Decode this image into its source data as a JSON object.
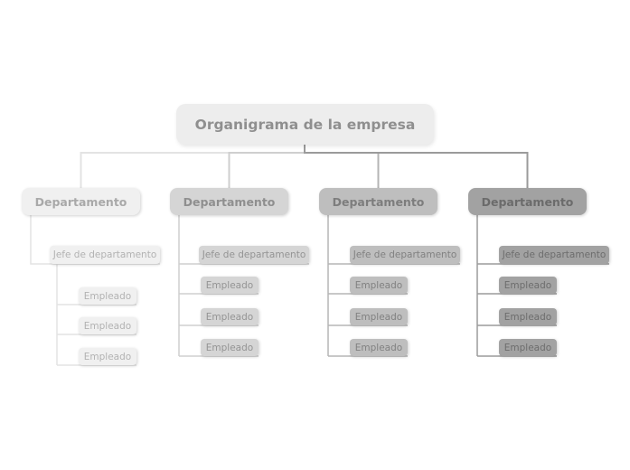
{
  "canvas_bg": "#ffffff",
  "root": {
    "label": "Organigrama de la empresa",
    "bg": "#ededed",
    "text_color": "#8f8f8f"
  },
  "columns": [
    {
      "department": "Departamento",
      "manager": "Jefe de departamento",
      "employees": [
        "Empleado",
        "Empleado",
        "Empleado"
      ],
      "node_bg": "#f0f0f0",
      "dept_text_color": "#a9a9a9",
      "node_text_color": "#b2b2b2",
      "line_color": "#e3e3e3"
    },
    {
      "department": "Departamento",
      "manager": "Jefe de departamento",
      "employees": [
        "Empleado",
        "Empleado",
        "Empleado"
      ],
      "node_bg": "#d5d5d5",
      "dept_text_color": "#8f8f8f",
      "node_text_color": "#949494",
      "line_color": "#cfcfcf"
    },
    {
      "department": "Departamento",
      "manager": "Jefe de departamento",
      "employees": [
        "Empleado",
        "Empleado",
        "Empleado"
      ],
      "node_bg": "#bebebe",
      "dept_text_color": "#7d7d7d",
      "node_text_color": "#818181",
      "line_color": "#b5b5b5"
    },
    {
      "department": "Departamento",
      "manager": "Jefe de departamento",
      "employees": [
        "Empleado",
        "Empleado",
        "Empleado"
      ],
      "node_bg": "#a2a2a2",
      "dept_text_color": "#6b6b6b",
      "node_text_color": "#6d6d6d",
      "line_color": "#9b9b9b"
    }
  ]
}
